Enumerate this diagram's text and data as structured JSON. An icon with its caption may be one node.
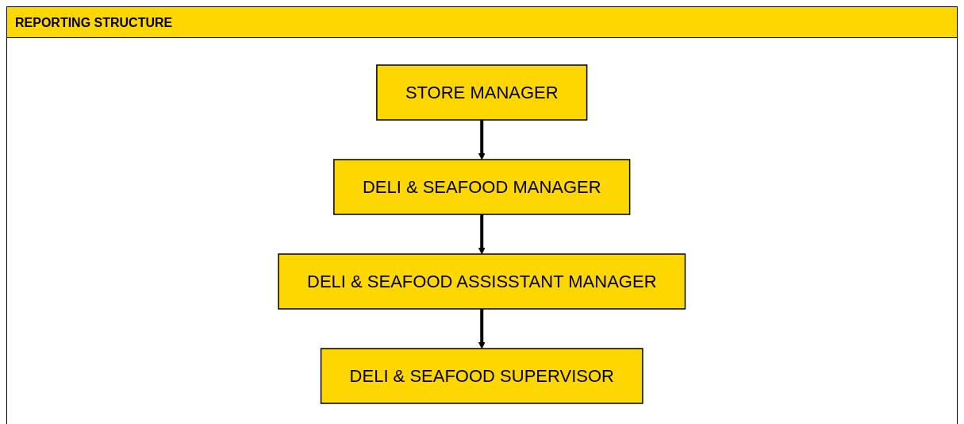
{
  "diagram": {
    "title": "REPORTING STRUCTURE",
    "nodes": [
      {
        "text": [
          "STORE MANAGER"
        ]
      },
      {
        "text": [
          "DELI & SEAFOOD MANAGER"
        ]
      },
      {
        "text": [
          "DELI & SEAFOOD ASSISSTANT MANAGER"
        ]
      },
      {
        "text": [
          "DELI & SEAFOOD SUPERVISOR"
        ]
      }
    ],
    "edges": [
      {
        "from": 0,
        "to": 1,
        "arrow": "to"
      },
      {
        "from": 1,
        "to": 2,
        "arrow": "to"
      },
      {
        "from": 2,
        "to": 3,
        "arrow": "to"
      }
    ]
  }
}
